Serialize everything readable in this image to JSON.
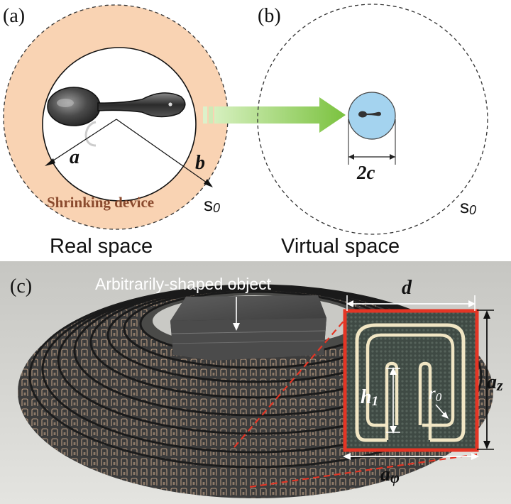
{
  "panel_a": {
    "label": "(a)",
    "radius_a": "a",
    "radius_b": "b",
    "device_text": "Shrinking device",
    "s0": "s",
    "s0_sub": "0",
    "caption": "Real space"
  },
  "panel_b": {
    "label": "(b)",
    "width_label": "2c",
    "s0": "s",
    "s0_sub": "0",
    "caption": "Virtual space"
  },
  "panel_c": {
    "label": "(c)",
    "object_label": "Arbitrarily-shaped object",
    "inset": {
      "d": "d",
      "h": "h",
      "h_sub": "1",
      "r": "r",
      "r_sub": "0",
      "az_main": "a",
      "az_sub": "z",
      "aphi_main": "a",
      "aphi_sub": "φ"
    }
  },
  "colors": {
    "shell": "#f9d3b3",
    "arrow": "#86c846",
    "virtual_circle": "#a4d3ef",
    "inset_border": "#e43525"
  }
}
